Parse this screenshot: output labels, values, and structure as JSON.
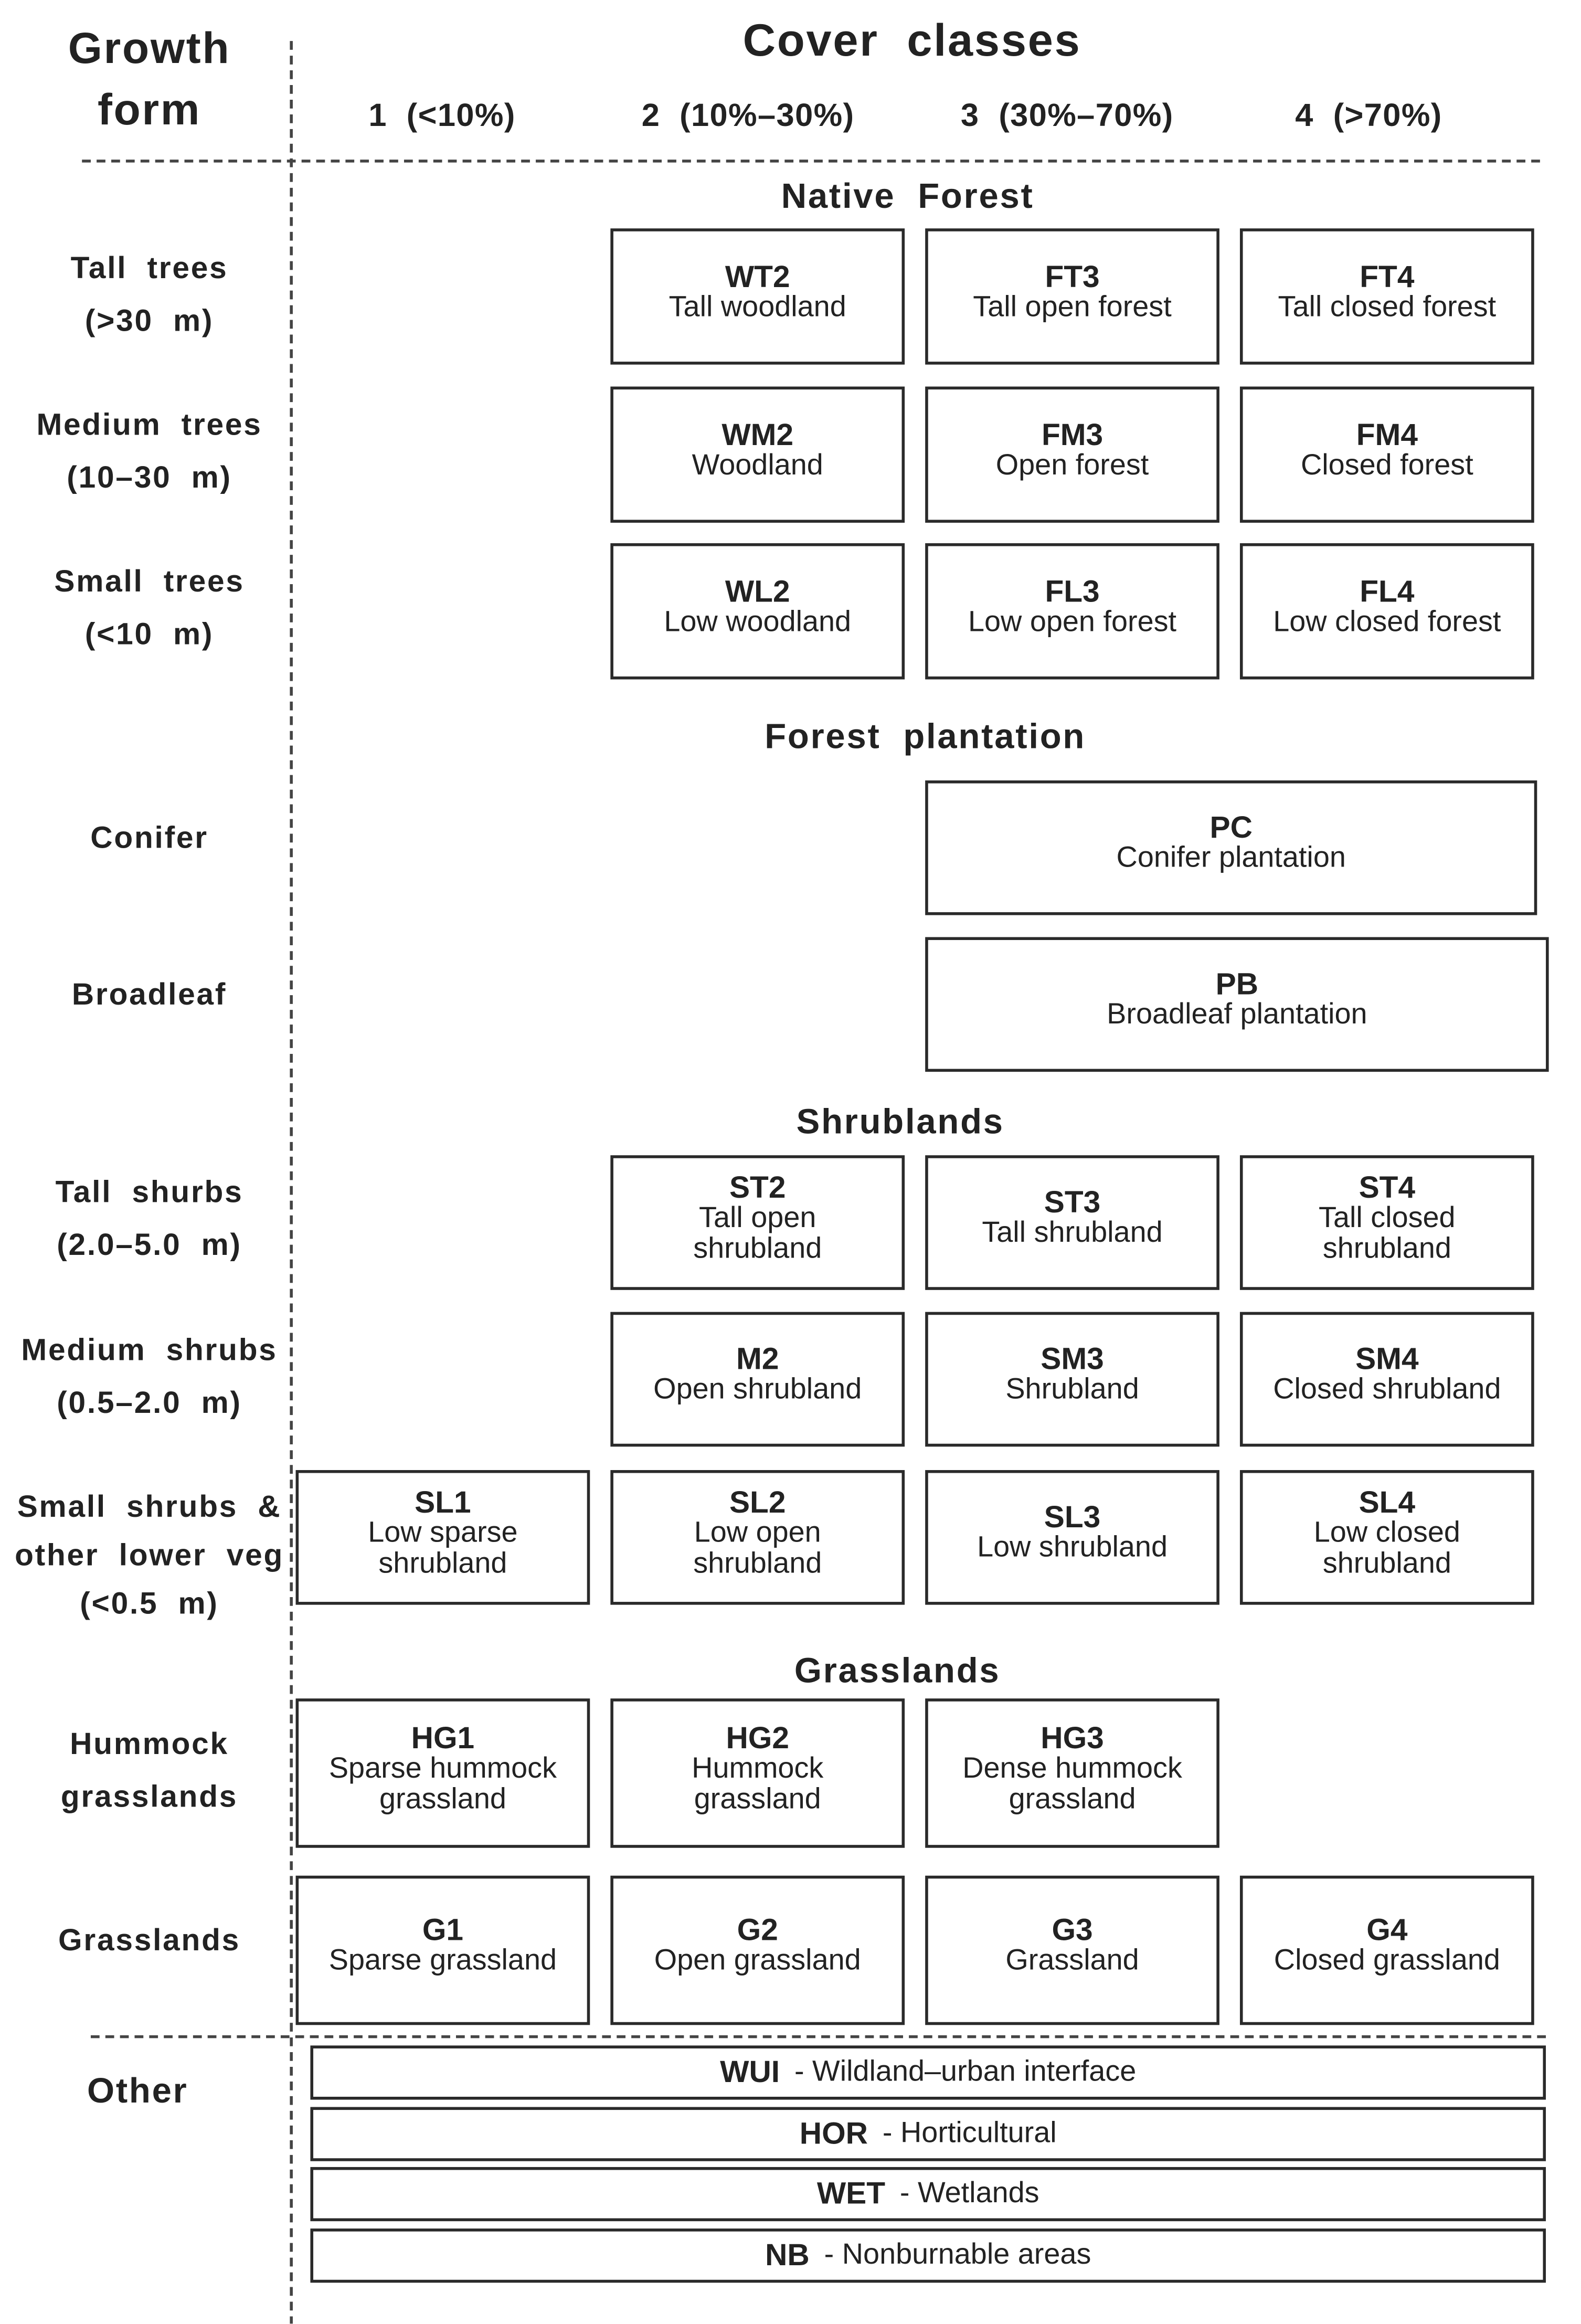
{
  "header": {
    "growth_form_line1": "Growth",
    "growth_form_line2": "form",
    "cover_classes": "Cover  classes",
    "columns": [
      "1  (<10%)",
      "2  (10%–30%)",
      "3  (30%–70%)",
      "4  (>70%)"
    ]
  },
  "sections": {
    "native_forest": "Native  Forest",
    "forest_plantation": "Forest  plantation",
    "shrublands": "Shrublands",
    "grasslands": "Grasslands"
  },
  "growth_forms": {
    "tall_trees": [
      "Tall  trees",
      "(>30  m)"
    ],
    "medium_trees": [
      "Medium  trees",
      "(10–30  m)"
    ],
    "small_trees": [
      "Small  trees",
      "(<10  m)"
    ],
    "conifer": [
      "Conifer"
    ],
    "broadleaf": [
      "Broadleaf"
    ],
    "tall_shrubs": [
      "Tall  shurbs",
      "(2.0–5.0  m)"
    ],
    "medium_shrubs": [
      "Medium  shrubs",
      "(0.5–2.0  m)"
    ],
    "small_shrubs": [
      "Small  shrubs  &",
      "other  lower  veg",
      "(<0.5  m)"
    ],
    "hummock": [
      "Hummock",
      "grasslands"
    ],
    "grasslands": [
      "Grasslands"
    ],
    "other": [
      "Other"
    ]
  },
  "classes": {
    "WT2": {
      "code": "WT2",
      "name": [
        "Tall woodland"
      ]
    },
    "FT3": {
      "code": "FT3",
      "name": [
        "Tall open forest"
      ]
    },
    "FT4": {
      "code": "FT4",
      "name": [
        "Tall closed forest"
      ]
    },
    "WM2": {
      "code": "WM2",
      "name": [
        "Woodland"
      ]
    },
    "FM3": {
      "code": "FM3",
      "name": [
        "Open forest"
      ]
    },
    "FM4": {
      "code": "FM4",
      "name": [
        "Closed forest"
      ]
    },
    "WL2": {
      "code": "WL2",
      "name": [
        "Low woodland"
      ]
    },
    "FL3": {
      "code": "FL3",
      "name": [
        "Low open forest"
      ]
    },
    "FL4": {
      "code": "FL4",
      "name": [
        "Low closed forest"
      ]
    },
    "PC": {
      "code": "PC",
      "name": [
        "Conifer plantation"
      ]
    },
    "PB": {
      "code": "PB",
      "name": [
        "Broadleaf plantation"
      ]
    },
    "ST2": {
      "code": "ST2",
      "name": [
        "Tall open",
        "shrubland"
      ]
    },
    "ST3": {
      "code": "ST3",
      "name": [
        "Tall shrubland"
      ]
    },
    "ST4": {
      "code": "ST4",
      "name": [
        "Tall closed",
        "shrubland"
      ]
    },
    "M2": {
      "code": "M2",
      "name": [
        "Open shrubland"
      ]
    },
    "SM3": {
      "code": "SM3",
      "name": [
        "Shrubland"
      ]
    },
    "SM4": {
      "code": "SM4",
      "name": [
        "Closed shrubland"
      ]
    },
    "SL1": {
      "code": "SL1",
      "name": [
        "Low sparse",
        "shrubland"
      ]
    },
    "SL2": {
      "code": "SL2",
      "name": [
        "Low open",
        "shrubland"
      ]
    },
    "SL3": {
      "code": "SL3",
      "name": [
        "Low shrubland"
      ]
    },
    "SL4": {
      "code": "SL4",
      "name": [
        "Low closed",
        "shrubland"
      ]
    },
    "HG1": {
      "code": "HG1",
      "name": [
        "Sparse hummock",
        "grassland"
      ]
    },
    "HG2": {
      "code": "HG2",
      "name": [
        "Hummock",
        "grassland"
      ]
    },
    "HG3": {
      "code": "HG3",
      "name": [
        "Dense hummock",
        "grassland"
      ]
    },
    "G1": {
      "code": "G1",
      "name": [
        "Sparse grassland"
      ]
    },
    "G2": {
      "code": "G2",
      "name": [
        "Open grassland"
      ]
    },
    "G3": {
      "code": "G3",
      "name": [
        "Grassland"
      ]
    },
    "G4": {
      "code": "G4",
      "name": [
        "Closed grassland"
      ]
    }
  },
  "other_classes": [
    {
      "code": "WUI",
      "name": "- Wildland–urban interface"
    },
    {
      "code": "HOR",
      "name": "- Horticultural"
    },
    {
      "code": "WET",
      "name": "- Wetlands"
    },
    {
      "code": "NB",
      "name": "- Nonburnable areas"
    }
  ]
}
